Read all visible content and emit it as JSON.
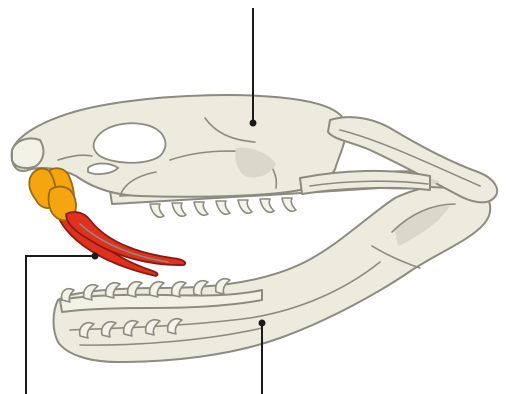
{
  "colors": {
    "bone": "#ecebdd",
    "bone_outline": "#8b8b80",
    "fang_base": "#f5a50f",
    "fang": "#e0301e",
    "leader": "#1a1a1a",
    "background": "#ffffff"
  },
  "labels": [],
  "pointers": [
    {
      "target": "skull-braincase"
    },
    {
      "target": "venom-fang"
    },
    {
      "target": "lower-jaw"
    }
  ]
}
